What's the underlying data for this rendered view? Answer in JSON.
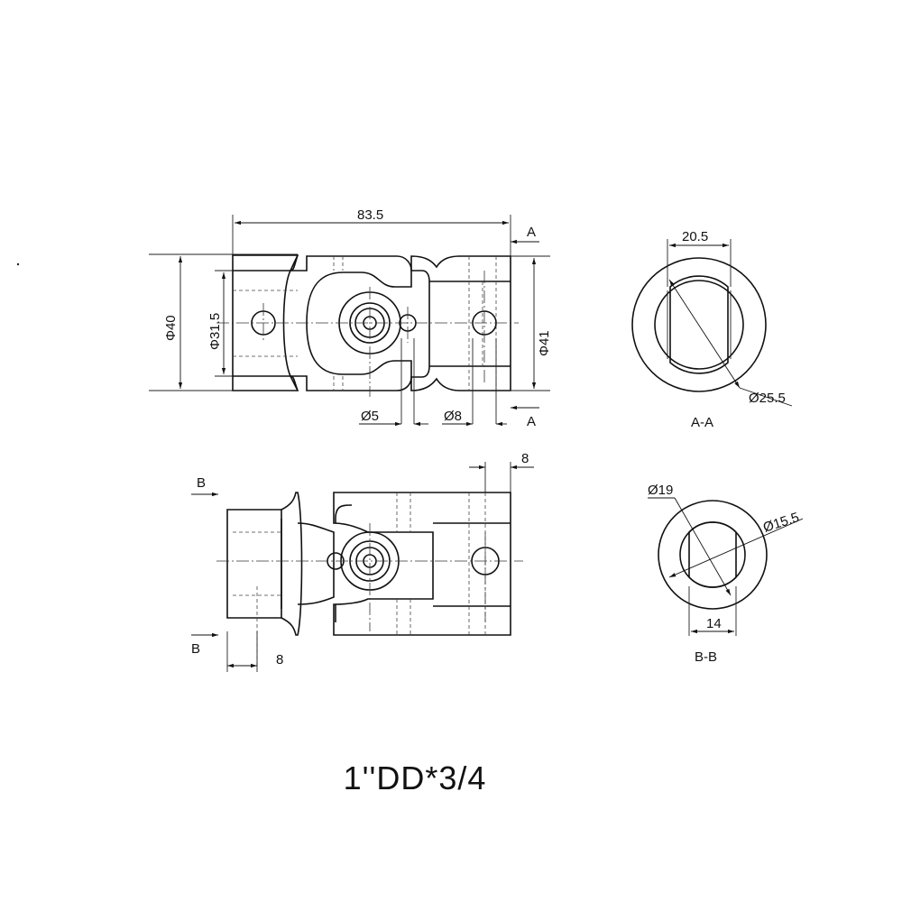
{
  "drawing": {
    "dimensions": {
      "overall_length": "83.5",
      "outer_diameter_left": "Φ40",
      "bore_diameter_left": "Φ31.5",
      "outer_diameter_right": "Φ41",
      "pin_small": "Ø5",
      "pin_large": "Ø8",
      "section_a_flat": "20.5",
      "section_a_bore": "Ø25.5",
      "section_b_bore_outer": "Ø19",
      "section_b_bore_inner": "Ø15.5",
      "section_b_flat": "14",
      "offset_top_right": "8",
      "offset_bottom_left": "8"
    },
    "section_markers": {
      "a": "A",
      "b": "B"
    },
    "section_titles": {
      "a": "A-A",
      "b": "B-B"
    }
  },
  "model": "1''DD*3/4"
}
